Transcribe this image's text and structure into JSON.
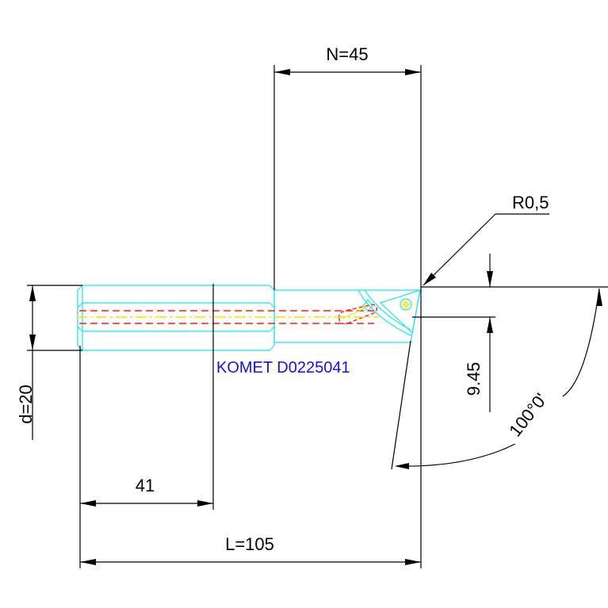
{
  "drawing": {
    "part_label": "KOMET D0225041",
    "colors": {
      "background": "#ffffff",
      "dimension": "#000000",
      "outline": "#19e6e6",
      "hidden_line": "#ff1a1a",
      "center_line": "#f0e600",
      "label": "#1414d2"
    }
  },
  "dimensions": {
    "n": "N=45",
    "radius": "R0,5",
    "height": "9.45",
    "angle": "100°0'",
    "diameter": "d=20",
    "shank": "41",
    "length": "L=105"
  }
}
